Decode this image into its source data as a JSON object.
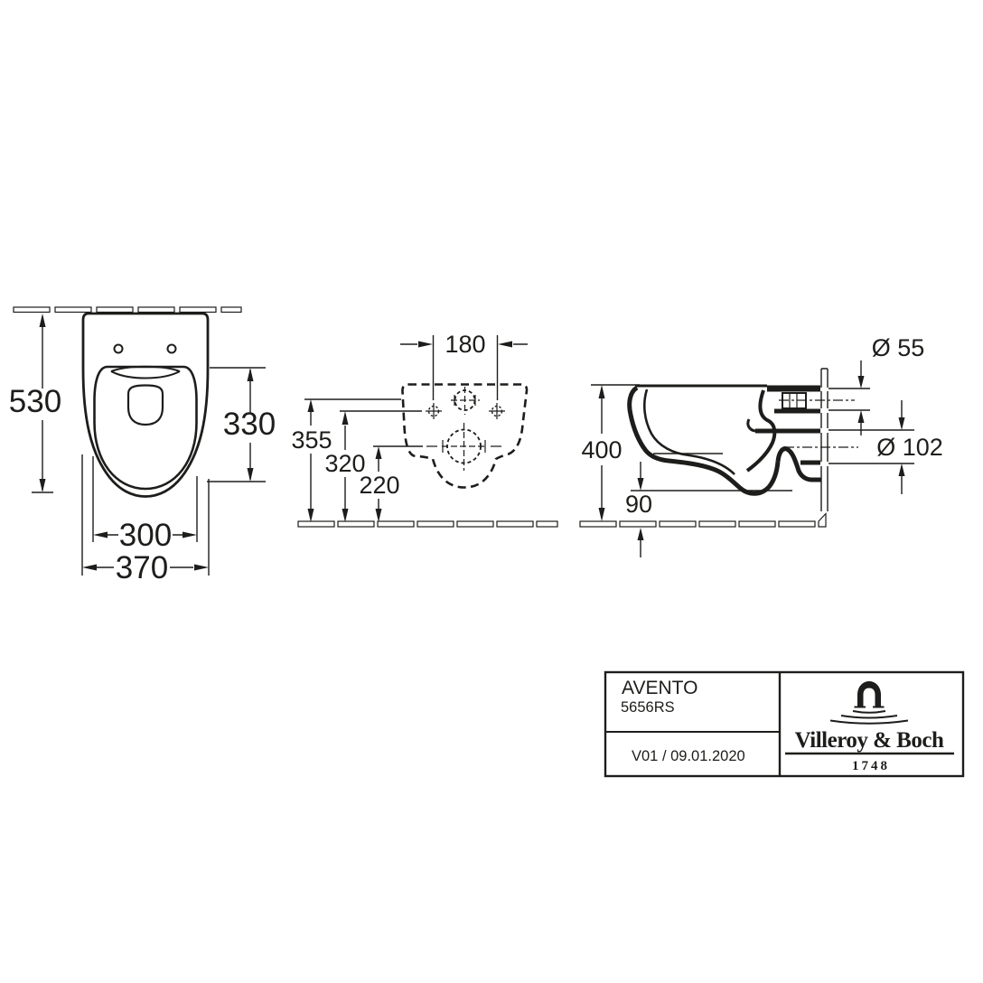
{
  "drawing": {
    "line_color": "#1d1d1b",
    "background": "#ffffff",
    "views": {
      "top_view": {
        "dims": {
          "total_depth": "530",
          "seat_depth": "330",
          "bowl_width": "300",
          "total_width": "370"
        }
      },
      "rear_view": {
        "dims": {
          "fixing_hole_spacing": "180",
          "inlet_height": "355",
          "fixing_height": "320",
          "outlet_height": "220"
        }
      },
      "side_view": {
        "dims": {
          "total_height": "400",
          "bottom_clearance": "90",
          "inlet_diameter": "Ø 55",
          "outlet_diameter": "Ø 102"
        }
      }
    },
    "title_block": {
      "series": "AVENTO",
      "model_number": "5656RS",
      "revision": "V01 / 09.01.2020",
      "brand": {
        "name": "Villeroy & Boch",
        "established": "1748"
      }
    }
  }
}
